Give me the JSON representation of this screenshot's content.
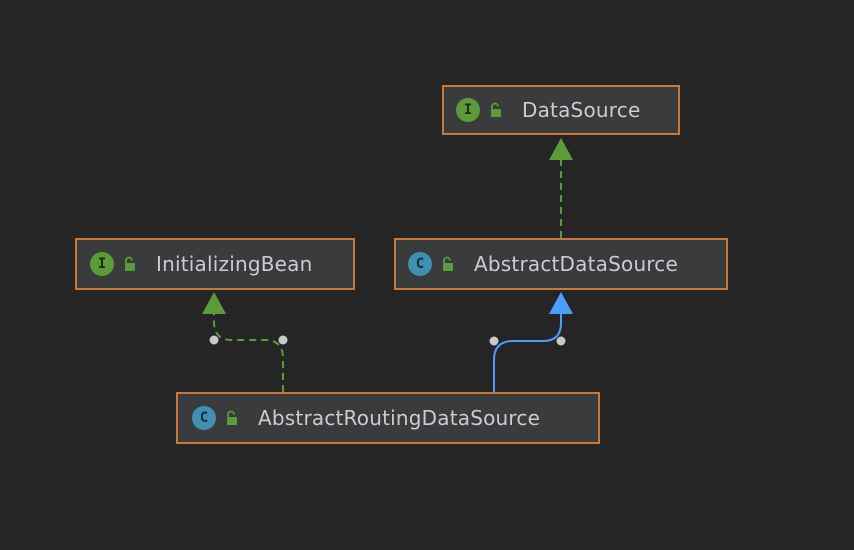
{
  "diagram": {
    "nodes": {
      "datasource": {
        "kind": "interface",
        "badge": "I",
        "name": "DataSource"
      },
      "initializing_bean": {
        "kind": "interface",
        "badge": "I",
        "name": "InitializingBean"
      },
      "abstract_datasource": {
        "kind": "class",
        "badge": "C",
        "name": "AbstractDataSource"
      },
      "abstract_routing_datasource": {
        "kind": "class",
        "badge": "C",
        "name": "AbstractRoutingDataSource"
      }
    },
    "edges": [
      {
        "from": "abstract_datasource",
        "to": "datasource",
        "relation": "implements",
        "style": "dashed",
        "color": "#5c9b3a"
      },
      {
        "from": "abstract_routing_datasource",
        "to": "initializing_bean",
        "relation": "implements",
        "style": "dashed",
        "color": "#5c9b3a"
      },
      {
        "from": "abstract_routing_datasource",
        "to": "abstract_datasource",
        "relation": "extends",
        "style": "solid",
        "color": "#4a9eff"
      }
    ],
    "colors": {
      "background": "#252525",
      "node_fill": "#3a3b3d",
      "node_border": "#c9783a",
      "interface_badge": "#5c9b3a",
      "class_badge": "#3f8fb1",
      "label": "#c9ccd0",
      "lock": "#5c9b3a"
    }
  }
}
